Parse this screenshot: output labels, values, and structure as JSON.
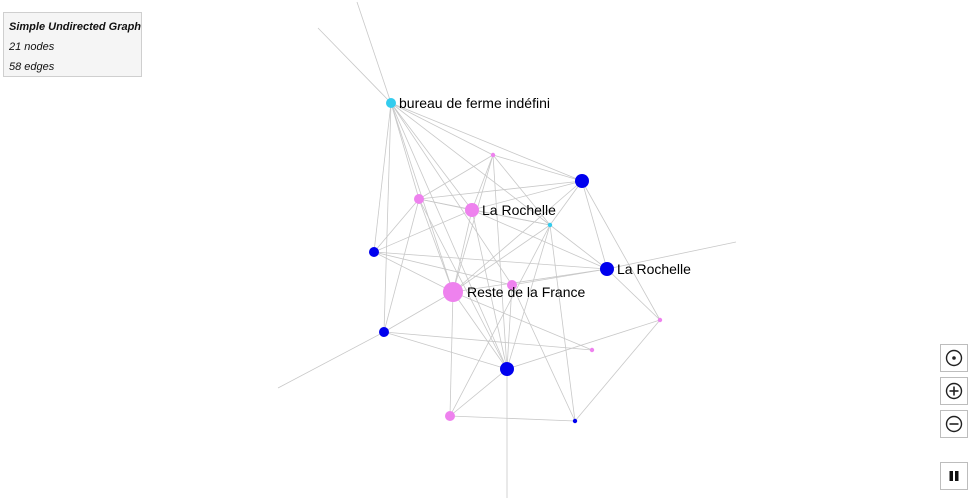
{
  "info": {
    "title": "Simple Undirected Graph",
    "nodes_text": "21 nodes",
    "edges_text": "58 edges"
  },
  "colors": {
    "pink": "#ee82ee",
    "blue": "#0000ee",
    "cyan": "#33ccee",
    "edge": "#c8c8c8"
  },
  "graph": {
    "nodes": [
      {
        "id": "n1",
        "group": "cyan",
        "label": "bureau de ferme indéfini",
        "size": "small"
      },
      {
        "id": "n2",
        "group": "pink",
        "label": "",
        "size": "tiny"
      },
      {
        "id": "n3",
        "group": "blue",
        "label": "",
        "size": "medium"
      },
      {
        "id": "n4",
        "group": "pink",
        "label": "",
        "size": "small"
      },
      {
        "id": "n5",
        "group": "pink",
        "label": "La Rochelle",
        "size": "medium"
      },
      {
        "id": "n6",
        "group": "cyan",
        "label": "",
        "size": "tiny"
      },
      {
        "id": "n7",
        "group": "blue",
        "label": "",
        "size": "small"
      },
      {
        "id": "n8",
        "group": "blue",
        "label": "La Rochelle",
        "size": "medium"
      },
      {
        "id": "n9",
        "group": "pink",
        "label": "",
        "size": "small"
      },
      {
        "id": "n10",
        "group": "pink",
        "label": "Reste de la France",
        "size": "large"
      },
      {
        "id": "n11",
        "group": "blue",
        "label": "",
        "size": "small"
      },
      {
        "id": "n12",
        "group": "pink",
        "label": "",
        "size": "tiny"
      },
      {
        "id": "n13",
        "group": "pink",
        "label": "",
        "size": "tiny"
      },
      {
        "id": "n14",
        "group": "blue",
        "label": "",
        "size": "medium"
      },
      {
        "id": "n15",
        "group": "pink",
        "label": "",
        "size": "small"
      },
      {
        "id": "n16",
        "group": "blue",
        "label": "",
        "size": "tiny"
      }
    ],
    "edges": [
      [
        "n1",
        "n4"
      ],
      [
        "n1",
        "n5"
      ],
      [
        "n1",
        "n9"
      ],
      [
        "n1",
        "n10"
      ],
      [
        "n1",
        "n11"
      ],
      [
        "n1",
        "n7"
      ],
      [
        "n1",
        "n2"
      ],
      [
        "n1",
        "n3"
      ],
      [
        "n1",
        "n6"
      ],
      [
        "n1",
        "n14"
      ],
      [
        "n1",
        "e_top1"
      ],
      [
        "n1",
        "e_top2"
      ],
      [
        "n2",
        "n3"
      ],
      [
        "n2",
        "n4"
      ],
      [
        "n2",
        "n5"
      ],
      [
        "n2",
        "n10"
      ],
      [
        "n2",
        "n6"
      ],
      [
        "n2",
        "n14"
      ],
      [
        "n3",
        "n4"
      ],
      [
        "n3",
        "n5"
      ],
      [
        "n3",
        "n6"
      ],
      [
        "n3",
        "n8"
      ],
      [
        "n3",
        "n10"
      ],
      [
        "n3",
        "n12"
      ],
      [
        "n4",
        "n5"
      ],
      [
        "n4",
        "n7"
      ],
      [
        "n4",
        "n10"
      ],
      [
        "n4",
        "n6"
      ],
      [
        "n4",
        "n14"
      ],
      [
        "n4",
        "n11"
      ],
      [
        "n5",
        "n6"
      ],
      [
        "n5",
        "n7"
      ],
      [
        "n5",
        "n10"
      ],
      [
        "n5",
        "n14"
      ],
      [
        "n5",
        "n8"
      ],
      [
        "n6",
        "n8"
      ],
      [
        "n6",
        "n10"
      ],
      [
        "n6",
        "n14"
      ],
      [
        "n6",
        "n15"
      ],
      [
        "n6",
        "n16"
      ],
      [
        "n7",
        "n9"
      ],
      [
        "n7",
        "n8"
      ],
      [
        "n7",
        "n10"
      ],
      [
        "n8",
        "n9"
      ],
      [
        "n8",
        "n10"
      ],
      [
        "n8",
        "n12"
      ],
      [
        "n8",
        "e_right"
      ],
      [
        "n9",
        "n14"
      ],
      [
        "n9",
        "n16"
      ],
      [
        "n10",
        "n11"
      ],
      [
        "n10",
        "n14"
      ],
      [
        "n10",
        "n15"
      ],
      [
        "n10",
        "n13"
      ],
      [
        "n11",
        "n14"
      ],
      [
        "n11",
        "n13"
      ],
      [
        "n11",
        "e_left"
      ],
      [
        "n14",
        "n12"
      ],
      [
        "n14",
        "n15"
      ],
      [
        "n14",
        "e_bottom"
      ],
      [
        "n15",
        "n16"
      ],
      [
        "n16",
        "n12"
      ]
    ]
  },
  "controls": [
    {
      "id": "center",
      "icon": "center-icon"
    },
    {
      "id": "zoom_in",
      "icon": "zoom-in-icon"
    },
    {
      "id": "zoom_out",
      "icon": "zoom-out-icon"
    },
    {
      "id": "pause",
      "icon": "pause-icon"
    }
  ]
}
